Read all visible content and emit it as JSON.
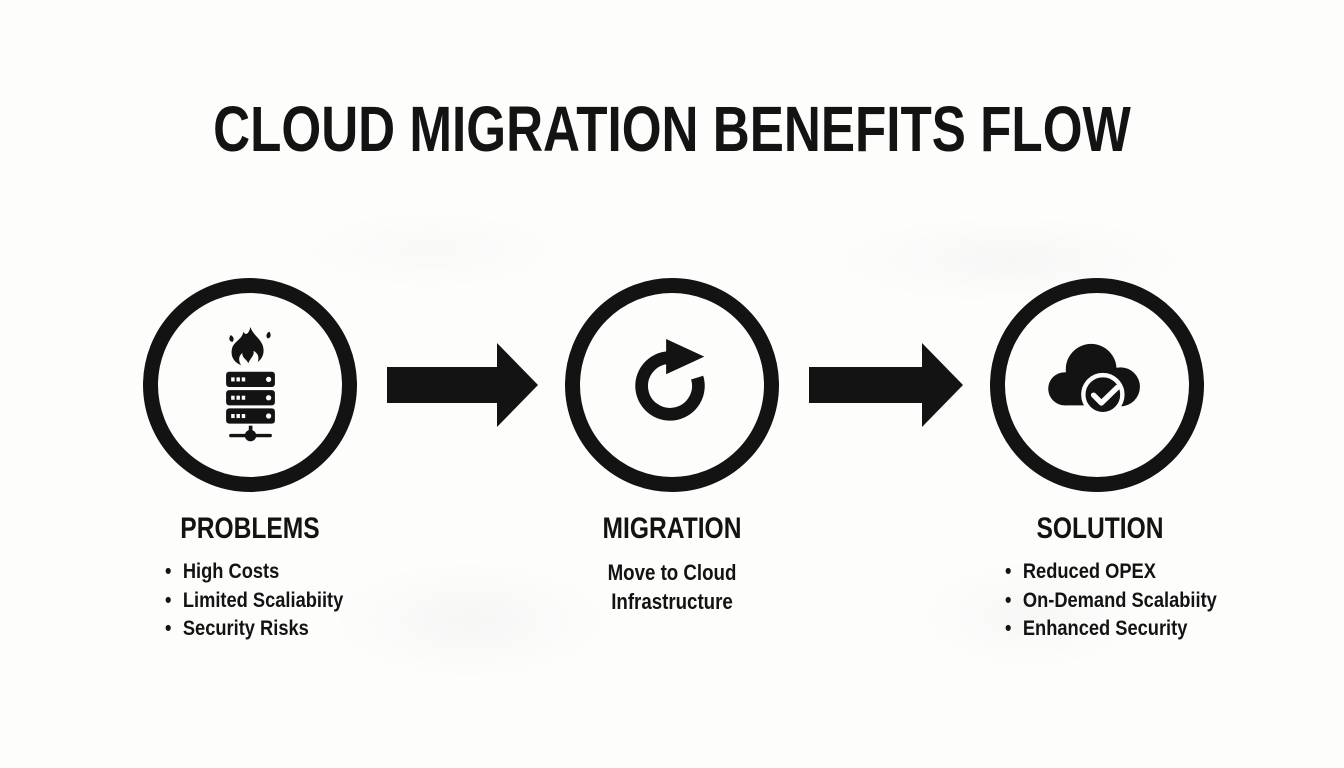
{
  "title": "CLOUD MIGRATION BENEFITS FLOW",
  "colors": {
    "ink": "#131313",
    "background": "#fdfdfc"
  },
  "stages": [
    {
      "heading": "PROBLEMS",
      "icon": "burning-server-icon",
      "bullets": [
        "High Costs",
        "Limited Scaliabiity",
        "Security Risks"
      ]
    },
    {
      "heading": "MIGRATION",
      "icon": "migration-refresh-icon",
      "description_lines": [
        "Move to Cloud",
        "Infrastructure"
      ]
    },
    {
      "heading": "SOLUTION",
      "icon": "cloud-check-icon",
      "bullets": [
        "Reduced OPEX",
        "On-Demand Scalabiity",
        "Enhanced Security"
      ]
    }
  ],
  "connectors": [
    {
      "type": "arrow-right"
    },
    {
      "type": "arrow-right"
    }
  ]
}
